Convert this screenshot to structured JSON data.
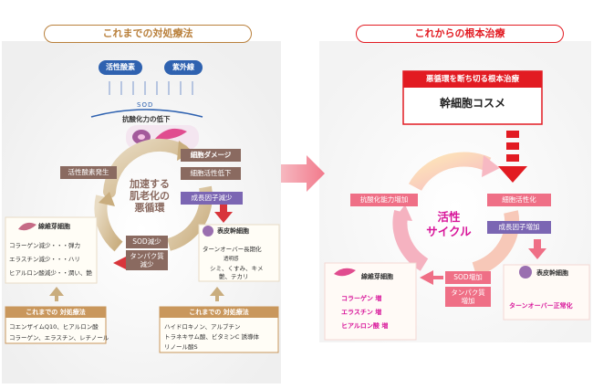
{
  "colors": {
    "old_accent": "#b9803c",
    "old_box": "#8a6a60",
    "new_accent": "#e21b22",
    "new_box": "#ef6f86",
    "blue": "#2f62b0",
    "purple_box": "#7b66b3"
  },
  "left": {
    "title": "これまでの対処療法",
    "radicals": [
      "活性酸素",
      "紫外線"
    ],
    "sod": "SOD",
    "antiox_drop": "抗酸化力の低下",
    "cell_damage": "細胞ダメージ",
    "cell_activity_drop": "細胞活性低下",
    "growth_factor_drop": "成長因子減少",
    "active_oxygen": "活性酸素発生",
    "center_cycle": "加速する\n肌老化の\n悪循環",
    "sod_decrease": "SOD減少",
    "protein_decrease": "タンパク質\n減少",
    "fibroblast": "線維芽細胞",
    "fibroblast_lines": [
      "コラーゲン減少・・・弾力",
      "エラスチン減少・・・ハリ",
      "ヒアルロン酸減少・・潤い、艶"
    ],
    "epidermal": "表皮幹細胞",
    "epidermal_lines": [
      "ターンオーバー長期化",
      "透明感",
      "シミ、くすみ、キメ",
      "艶、テカリ"
    ],
    "remedy1_title": "これまでの 対処療法",
    "remedy1_lines": [
      "コエンザイムQ10、ヒアルロン酸",
      "コラーゲン、エラスチン、レチノール"
    ],
    "remedy2_title": "これまでの 対処療法",
    "remedy2_lines": [
      "ハイドロキノン、アルブチン",
      "トラネキサム酸、ビタミンC 誘導体",
      "リノール酸S"
    ]
  },
  "right": {
    "title": "これからの根本治療",
    "cosme_header": "悪循環を断ち切る根本治療",
    "cosme_name": "幹細胞コスメ",
    "antiox_up": "抗酸化能力増加",
    "cell_activate": "細胞活性化",
    "growth_up": "成長因子増加",
    "center_cycle": "活性\nサイクル",
    "epidermal": "表皮幹細胞",
    "turnover_normal": "ターンオーバー正常化",
    "sod_up": "SOD増加",
    "protein_up": "タンパク質\n増加",
    "fibroblast": "線維芽細胞",
    "fibroblast_lines": [
      "コラーゲン 増",
      "エラスチン 増",
      "ヒアルロン酸 増"
    ]
  }
}
